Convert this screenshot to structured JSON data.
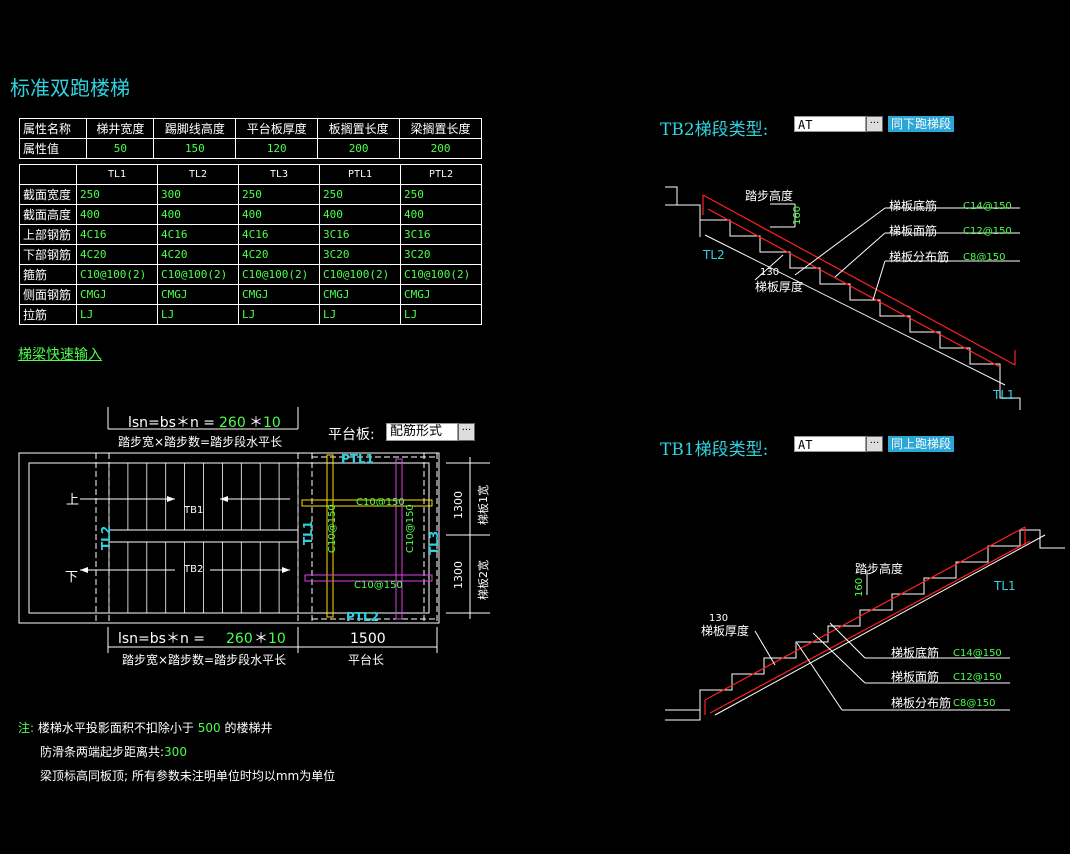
{
  "title": "标准双跑楼梯",
  "props": {
    "row1": [
      "属性名称",
      "梯井宽度",
      "踢脚线高度",
      "平台板厚度",
      "板搁置长度",
      "梁搁置长度"
    ],
    "row2_label": "属性值",
    "row2": [
      "50",
      "150",
      "120",
      "200",
      "200"
    ]
  },
  "beams": {
    "headers": [
      "TL1",
      "TL2",
      "TL3",
      "PTL1",
      "PTL2"
    ],
    "rows": [
      {
        "label": "截面宽度",
        "values": [
          "250",
          "300",
          "250",
          "250",
          "250"
        ]
      },
      {
        "label": "截面高度",
        "values": [
          "400",
          "400",
          "400",
          "400",
          "400"
        ]
      },
      {
        "label": "上部钢筋",
        "values": [
          "4C16",
          "4C16",
          "4C16",
          "3C16",
          "3C16"
        ]
      },
      {
        "label": "下部钢筋",
        "values": [
          "4C20",
          "4C20",
          "4C20",
          "3C20",
          "3C20"
        ]
      },
      {
        "label": "箍筋",
        "values": [
          "C10@100(2)",
          "C10@100(2)",
          "C10@100(2)",
          "C10@100(2)",
          "C10@100(2)"
        ]
      },
      {
        "label": "侧面钢筋",
        "values": [
          "CMGJ",
          "CMGJ",
          "CMGJ",
          "CMGJ",
          "CMGJ"
        ]
      },
      {
        "label": "拉筋",
        "values": [
          "LJ",
          "LJ",
          "LJ",
          "LJ",
          "LJ"
        ]
      }
    ]
  },
  "quick_link": "梯梁快速输入",
  "plan": {
    "formula_top": "lsn=bs＊n =",
    "top_bs": "260",
    "top_star": "＊",
    "top_n": "10",
    "top_caption": "踏步宽×踏步数=踏步段水平长",
    "formula_bot": "lsn=bs＊n =",
    "bot_bs": "260",
    "bot_star": "＊",
    "bot_n": "10",
    "bot_caption": "踏步宽×踏步数=踏步段水平长",
    "platform_len": "1500",
    "platform_caption": "平台长",
    "platform_label": "平台板:",
    "platform_value": "配筋形式",
    "up": "上",
    "down": "下",
    "tb1": "TB1",
    "tb2": "TB2",
    "tl1": "TL1",
    "tl2": "TL2",
    "tl3": "TL3",
    "ptl1": "PTL1",
    "ptl2": "PTL2",
    "rebar_top": "C10@150",
    "rebar_bot": "C10@150",
    "rebar_left": "C10@150",
    "rebar_right": "C10@150",
    "w1": "1300",
    "w1_label": "梯板1宽",
    "w2": "1300",
    "w2_label": "梯板2宽"
  },
  "tb2": {
    "label": "TB2梯段类型:",
    "value": "AT",
    "button": "同下跑梯段",
    "step_h": "踏步高度",
    "step_h_val": "160",
    "thick_val": "130",
    "thick": "梯板厚度",
    "bottom": "梯板底筋",
    "bottom_val": "C14@150",
    "face": "梯板面筋",
    "face_val": "C12@150",
    "dist": "梯板分布筋",
    "dist_val": "C8@150",
    "tl_low": "TL2",
    "tl_high": "TL1"
  },
  "tb1": {
    "label": "TB1梯段类型:",
    "value": "AT",
    "button": "同上跑梯段",
    "step_h": "踏步高度",
    "step_h_val": "160",
    "thick_val": "130",
    "thick": "梯板厚度",
    "bottom": "梯板底筋",
    "bottom_val": "C14@150",
    "face": "梯板面筋",
    "face_val": "C12@150",
    "dist": "梯板分布筋",
    "dist_val": "C8@150",
    "tl_high": "TL1"
  },
  "notes": {
    "n1_pre": "注:",
    "n1_a": "楼梯水平投影面积不扣除小于",
    "n1_val": "500",
    "n1_b": "的楼梯井",
    "n2_a": "防滑条两端起步距离共:",
    "n2_val": "300",
    "n3": "梁顶标高同板顶; 所有参数未注明单位时均以mm为单位"
  },
  "colors": {
    "cyan": "#2fd3e0",
    "green": "#4cff4c",
    "red": "#ff2020",
    "magenta": "#e040e0",
    "yellow": "#ffe000"
  }
}
